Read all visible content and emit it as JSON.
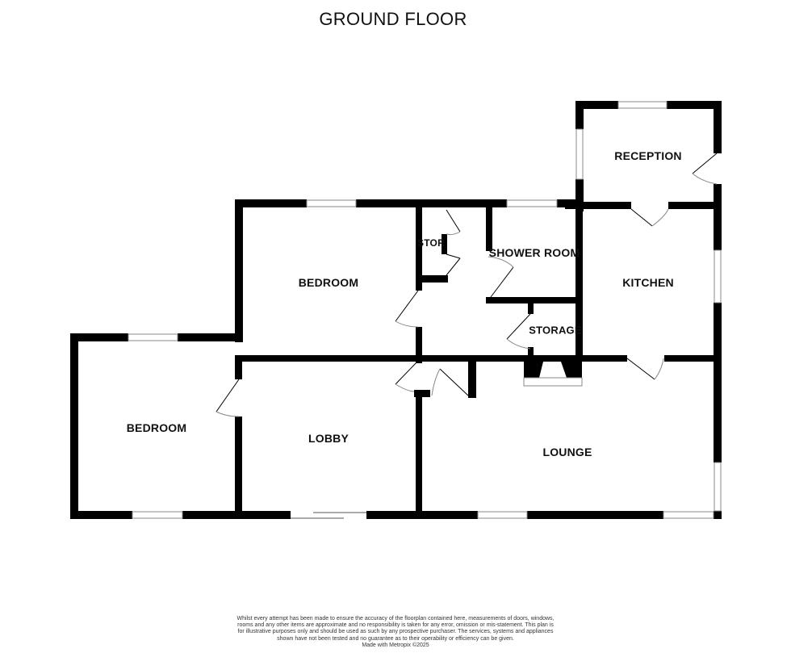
{
  "header": {
    "title": "GROUND FLOOR"
  },
  "rooms": [
    {
      "id": "reception",
      "name": "RECEPTION"
    },
    {
      "id": "bedroom-1",
      "name": "BEDROOM"
    },
    {
      "id": "store",
      "name": "STOR"
    },
    {
      "id": "shower-room",
      "name": "SHOWER ROOM"
    },
    {
      "id": "kitchen",
      "name": "KITCHEN"
    },
    {
      "id": "storage",
      "name": "STORAGE"
    },
    {
      "id": "bedroom-2",
      "name": "BEDROOM"
    },
    {
      "id": "lobby",
      "name": "LOBBY"
    },
    {
      "id": "lounge",
      "name": "LOUNGE"
    }
  ],
  "colors": {
    "wall": "#000000",
    "window": "#888888",
    "background": "#ffffff"
  },
  "footer": {
    "disclaimer": "Whilst every attempt has been made to ensure the accuracy of the floorplan contained here, measurements of doors, windows, rooms and any other items are approximate and no responsibility is taken for any error, omission or mis-statement. This plan is for illustrative purposes only and should be used as such by any prospective purchaser. The services, systems and appliances shown have not been tested and no guarantee as to their operability or efficiency can be given.",
    "credit": "Made with Metropix ©2025"
  }
}
